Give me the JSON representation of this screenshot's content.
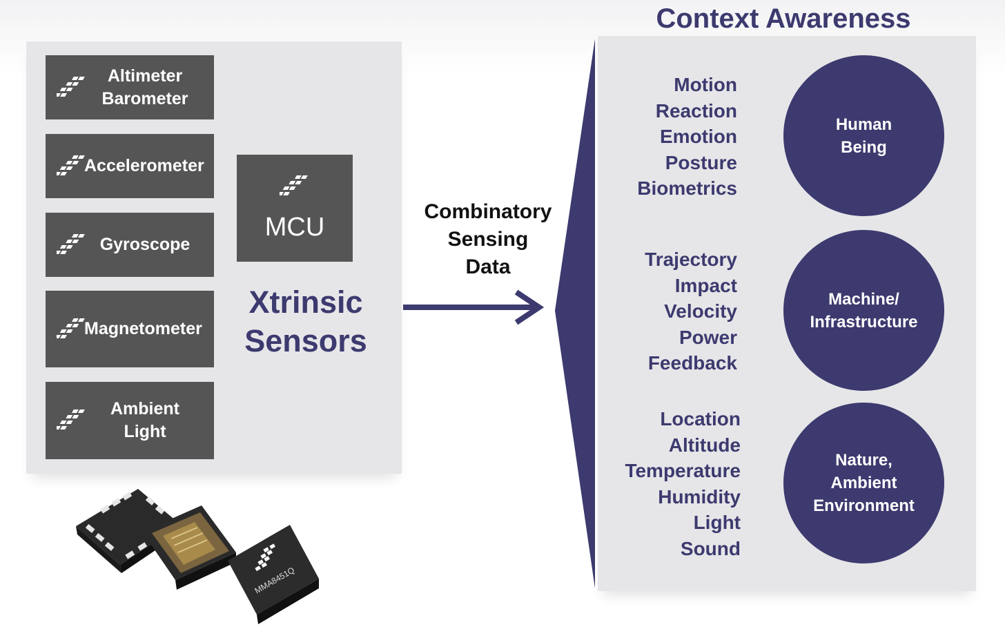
{
  "sensors": [
    {
      "label": "Altimeter\nBarometer",
      "icon": "freescale-logo-icon"
    },
    {
      "label": "Accelerometer",
      "icon": "freescale-logo-icon"
    },
    {
      "label": "Gyroscope",
      "icon": "freescale-logo-icon"
    },
    {
      "label": "Magnetometer",
      "icon": "freescale-logo-icon"
    },
    {
      "label": "Ambient\nLight",
      "icon": "freescale-logo-icon"
    }
  ],
  "mcu": {
    "label": "MCU",
    "icon": "freescale-logo-icon"
  },
  "left_caption": "Xtrinsic\nSensors",
  "flow_label": "Combinatory\nSensing\nData",
  "right_title": "Context Awareness",
  "categories": [
    {
      "attributes": [
        "Motion",
        "Reaction",
        "Emotion",
        "Posture",
        "Biometrics"
      ],
      "circle": "Human\nBeing"
    },
    {
      "attributes": [
        "Trajectory",
        "Impact",
        "Velocity",
        "Power",
        "Feedback"
      ],
      "circle": "Machine/\nInfrastructure"
    },
    {
      "attributes": [
        "Location",
        "Altitude",
        "Temperature",
        "Humidity",
        "Light",
        "Sound"
      ],
      "circle": "Nature,\nAmbient\nEnvironment"
    }
  ],
  "chip": {
    "marking": "MMA8451Q"
  },
  "colors": {
    "accent": "#3c3a6e",
    "box": "#555555",
    "panel": "#e6e6e9"
  }
}
